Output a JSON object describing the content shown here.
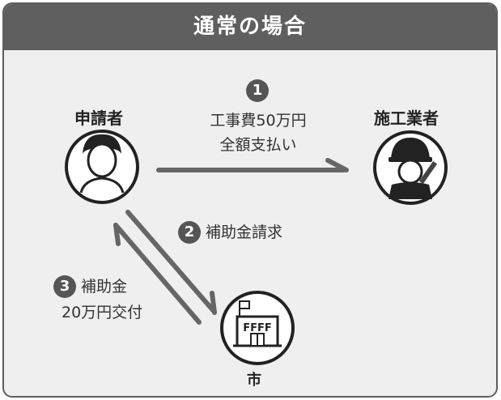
{
  "title": "通常の場合",
  "actors": {
    "applicant": "申請者",
    "contractor": "施工業者",
    "city": "市"
  },
  "steps": [
    {
      "number": "1",
      "line1": "工事費50万円",
      "line2": "全額支払い"
    },
    {
      "number": "2",
      "line1": "補助金請求"
    },
    {
      "number": "3",
      "line1": "補助金",
      "line2": "20万円交付"
    }
  ],
  "building_sign": "FFFF",
  "colors": {
    "header": "#5f5f5f",
    "background": "#efefef",
    "arrow": "#666666",
    "text": "#222222"
  }
}
